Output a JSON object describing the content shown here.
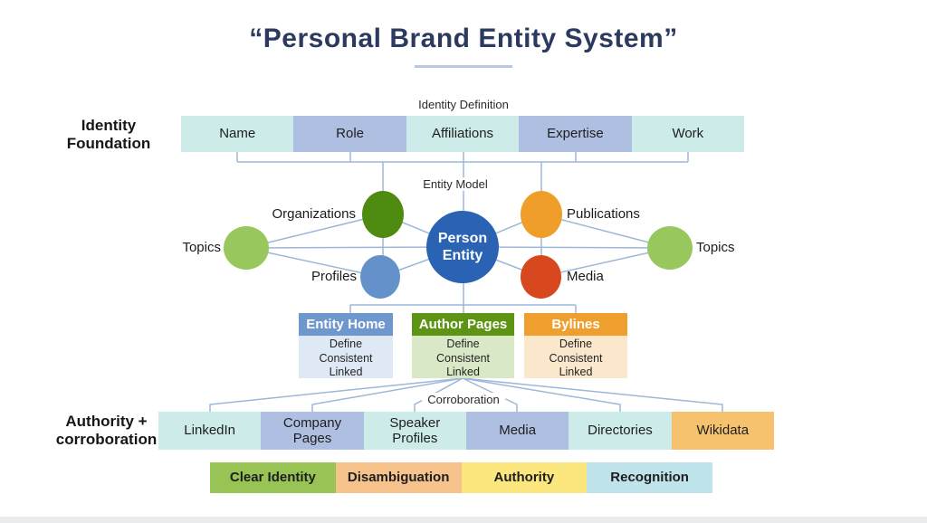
{
  "title": "“Personal Brand Entity System”",
  "section_labels": {
    "identity_definition": "Identity Definition",
    "entity_model": "Entity Model",
    "corroboration": "Corroboration",
    "identity_foundation": "Identity Foundation",
    "authority_corroboration": "Authority + corroboration"
  },
  "foundation_row": [
    {
      "label": "Name",
      "bg": "#cdebe9"
    },
    {
      "label": "Role",
      "bg": "#afbfe1"
    },
    {
      "label": "Affiliations",
      "bg": "#cdebe9"
    },
    {
      "label": "Expertise",
      "bg": "#afbfe1"
    },
    {
      "label": "Work",
      "bg": "#cdebe9"
    }
  ],
  "entity_model": {
    "center": {
      "line1": "Person",
      "line2": "Entity",
      "color": "#2a62b4"
    },
    "nodes": {
      "organizations": {
        "label": "Organizations",
        "color": "#4e8b10"
      },
      "publications": {
        "label": "Publications",
        "color": "#f09e2a"
      },
      "profiles": {
        "label": "Profiles",
        "color": "#6591cb"
      },
      "media": {
        "label": "Media",
        "color": "#d8481e"
      },
      "topics_left": {
        "label": "Topics",
        "color": "#98c75d"
      },
      "topics_right": {
        "label": "Topics",
        "color": "#98c75d"
      }
    }
  },
  "channel_cards": [
    {
      "title": "Entity Home",
      "header_color": "#6e97ce",
      "body_color": "#dfe8f5",
      "lines": [
        "Define",
        "Consistent",
        "Linked"
      ]
    },
    {
      "title": "Author Pages",
      "header_color": "#5d9414",
      "body_color": "#d9e8c6",
      "lines": [
        "Define",
        "Consistent",
        "Linked"
      ]
    },
    {
      "title": "Bylines",
      "header_color": "#ef9f2e",
      "body_color": "#fbe8cc",
      "lines": [
        "Define",
        "Consistent",
        "Linked"
      ]
    }
  ],
  "authority_row": [
    {
      "label": "LinkedIn",
      "bg": "#cdebe9"
    },
    {
      "label": "Company Pages",
      "bg": "#afbfe1"
    },
    {
      "label": "Speaker Profiles",
      "bg": "#cdebe9"
    },
    {
      "label": "Media",
      "bg": "#afbfe1"
    },
    {
      "label": "Directories",
      "bg": "#cdebe9"
    },
    {
      "label": "Wikidata",
      "bg": "#f7c26e"
    }
  ],
  "legend": [
    {
      "label": "Clear Identity",
      "bg": "#98c455"
    },
    {
      "label": "Disambiguation",
      "bg": "#f6c38c"
    },
    {
      "label": "Authority",
      "bg": "#fce67e"
    },
    {
      "label": "Recognition",
      "bg": "#bfe3ea"
    }
  ],
  "colors": {
    "line": "#9db7d8",
    "title_text": "#2b3a5e",
    "underline": "#b8c9e0",
    "footer_strip": "#e9ebee"
  }
}
